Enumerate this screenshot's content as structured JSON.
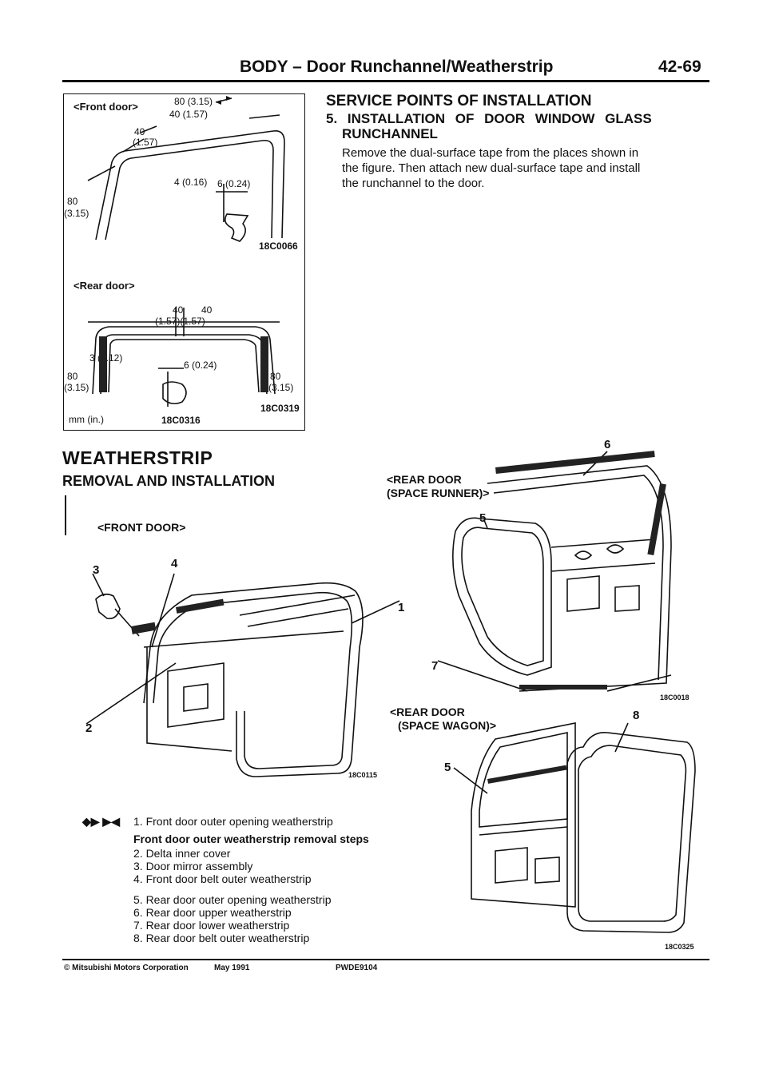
{
  "header": {
    "title": "BODY – Door Runchannel/Weatherstrip",
    "page_number": "42-69"
  },
  "runchannel_figure": {
    "front_label": "<Front door>",
    "rear_label": "<Rear door>",
    "units": "mm (in.)",
    "front_dims": [
      "80 (3.15)",
      "40 (1.57)",
      "40",
      "(1.57)",
      "4 (0.16)",
      "6 (0.24)",
      "80",
      "(3.15)"
    ],
    "front_code": "18C0066",
    "rear_dims": [
      "40",
      "40",
      "(1.57)(1.57)",
      "3 (0.12)",
      "6 (0.24)",
      "80",
      "(3.15)",
      "80",
      "(3.15)"
    ],
    "rear_code": "18C0319",
    "bottom_code": "18C0316"
  },
  "service": {
    "title": "SERVICE POINTS OF INSTALLATION",
    "item_title_line1": "5. INSTALLATION OF DOOR WINDOW GLASS",
    "item_title_line2": "RUNCHANNEL",
    "body_lines": [
      "Remove the dual-surface tape from the places shown in",
      "the figure. Then attach new dual-surface tape and install",
      "the runchannel to the door."
    ]
  },
  "weatherstrip": {
    "title": "WEATHERSTRIP",
    "subtitle": "REMOVAL AND INSTALLATION",
    "front_label": "<FRONT DOOR>",
    "front_code": "18C0115",
    "rear_runner_label_1": "<REAR DOOR",
    "rear_runner_label_2": "(SPACE RUNNER)>",
    "rear_runner_code": "18C0018",
    "rear_wagon_label_1": "<REAR DOOR",
    "rear_wagon_label_2": "(SPACE WAGON)>",
    "rear_wagon_code": "18C0325",
    "callouts": [
      "1",
      "2",
      "3",
      "4",
      "5",
      "6",
      "7",
      "8",
      "5"
    ],
    "list_marker": "◆▶ ▶◀",
    "item1": "1.  Front door outer opening weatherstrip",
    "steps_title": "Front door outer weatherstrip removal steps",
    "steps": [
      "2.  Delta inner cover",
      "3.  Door mirror assembly",
      "4.  Front door belt outer weatherstrip"
    ],
    "rear_items": [
      "5.  Rear door outer opening weatherstrip",
      "6.  Rear door upper weatherstrip",
      "7.  Rear door lower weatherstrip",
      "8.  Rear door belt outer weatherstrip"
    ]
  },
  "footer": {
    "copyright": "© Mitsubishi Motors Corporation",
    "date": "May 1991",
    "code": "PWDE9104"
  }
}
